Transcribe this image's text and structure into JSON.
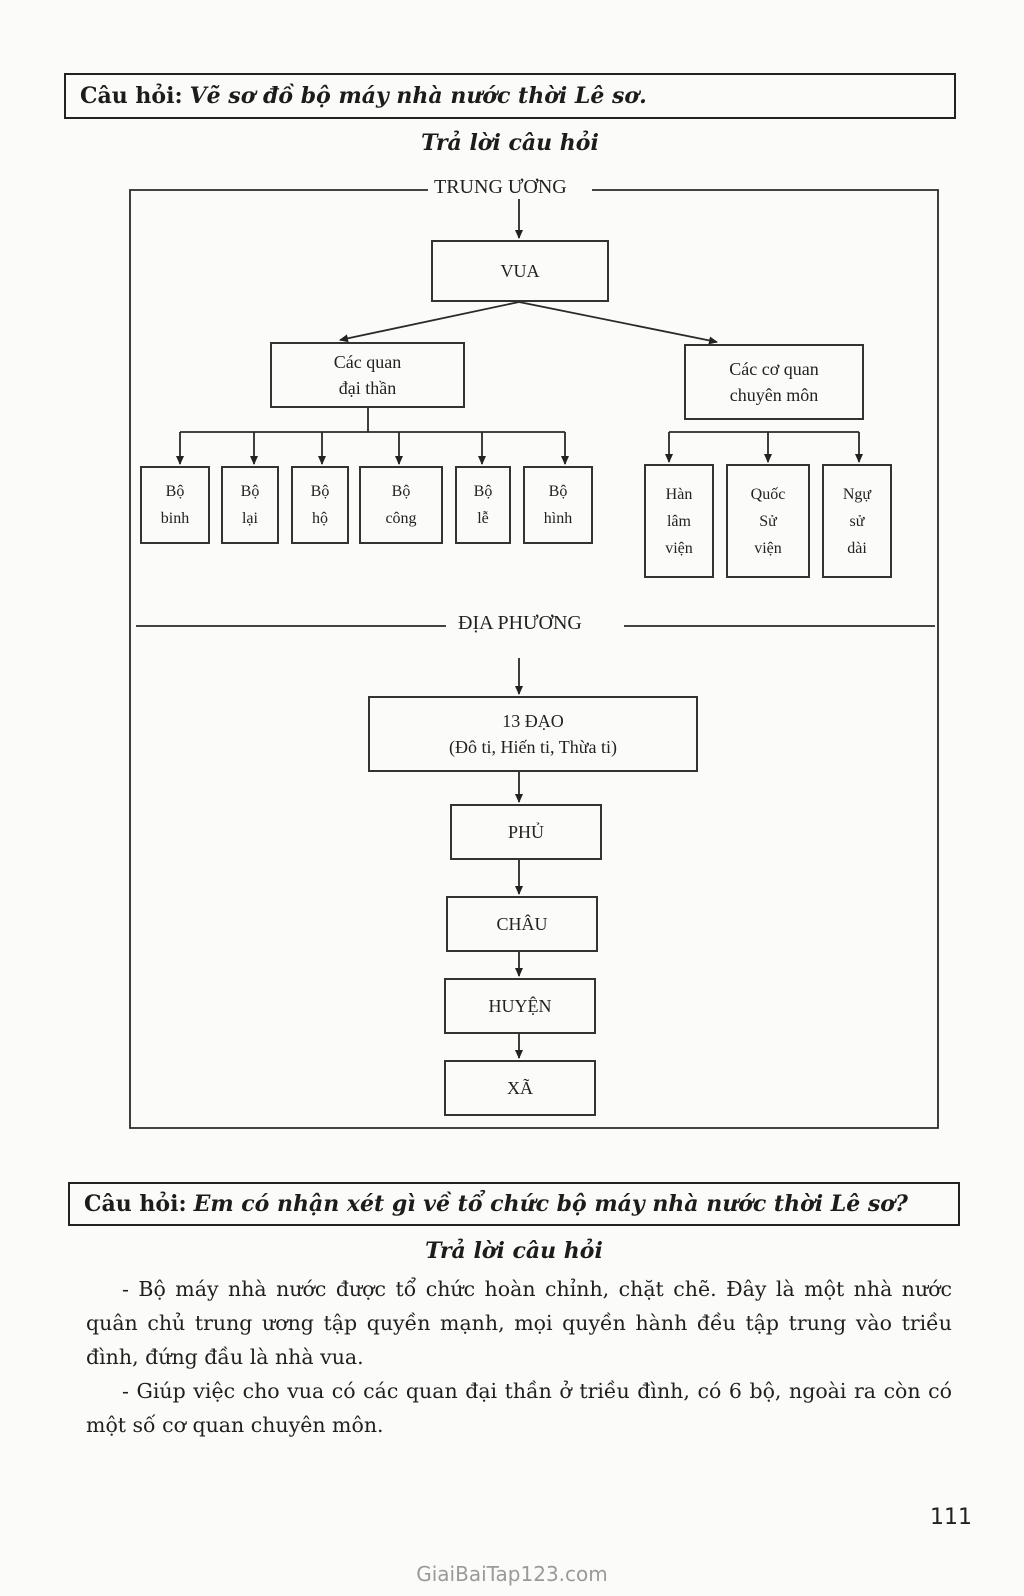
{
  "question1": {
    "label": "Câu hỏi:",
    "text": "Vẽ sơ đồ bộ máy nhà nước thời Lê sơ."
  },
  "answer1_title": "Trả lời câu hỏi",
  "diagram": {
    "central_label": "TRUNG ƯƠNG",
    "local_label": "ĐỊA PHƯƠNG",
    "king": "VUA",
    "ministers": "Các quan\nđại thần",
    "specialized": "Các cơ quan\nchuyên môn",
    "ministries": [
      "Bộ\nbinh",
      "Bộ\nlại",
      "Bộ\nhộ",
      "Bộ\ncông",
      "Bộ\nlễ",
      "Bộ\nhình"
    ],
    "agencies": [
      "Hàn\nlâm\nviện",
      "Quốc\nSử\nviện",
      "Ngự\nsử\ndài"
    ],
    "dao": "13 ĐẠO\n(Đô ti, Hiến ti, Thừa ti)",
    "phu": "PHỦ",
    "chau": "CHÂU",
    "huyen": "HUYỆN",
    "xa": "XÃ"
  },
  "question2": {
    "label": "Câu hỏi:",
    "text": "Em có nhận xét gì về tổ chức bộ máy nhà nước thời Lê sơ?"
  },
  "answer2_title": "Trả lời câu hỏi",
  "answer2_paragraphs": [
    "- Bộ máy nhà nước được tổ chức hoàn chỉnh, chặt chẽ. Đây là một nhà nước quân chủ trung ương tập quyền mạnh, mọi quyền hành đều tập trung vào triều đình, đứng đầu là nhà vua.",
    "- Giúp việc cho vua có các quan đại thần ở triều đình, có 6 bộ, ngoài ra còn có một số cơ quan chuyên môn."
  ],
  "page_number": "111",
  "watermark": "GiaiBaiTap123.com"
}
